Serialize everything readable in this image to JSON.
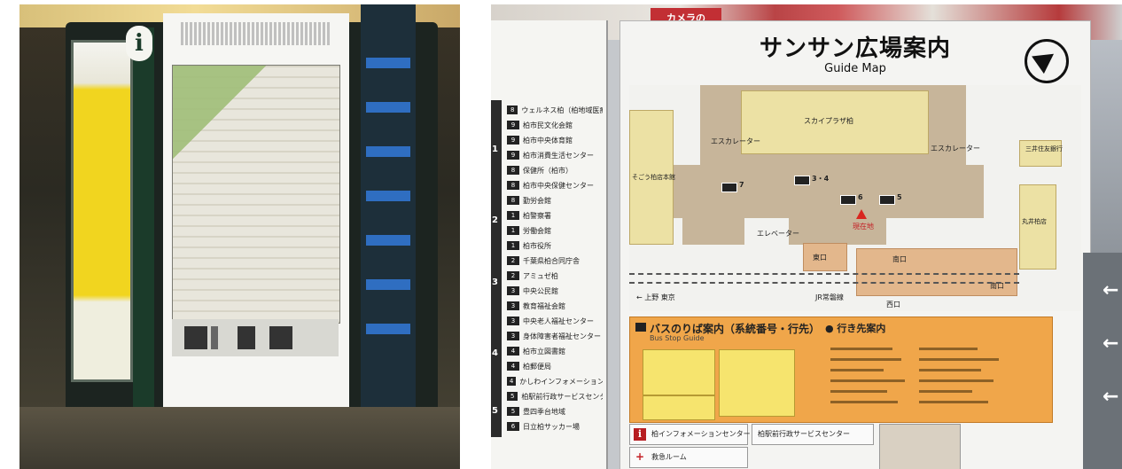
{
  "left_photo": {
    "info_symbol": "i"
  },
  "right_photo": {
    "storefront_sign": "カメラの",
    "board": {
      "title": "サンサン広場案内",
      "subtitle": "Guide Map",
      "map_labels": {
        "skyplaza": "スカイプラザ柏",
        "sogo": "そごう柏店本館",
        "mitsui_bank": "三井住友銀行",
        "marui": "丸井柏店",
        "escalator_left": "エスカレーター",
        "escalator_right": "エスカレーター",
        "elevator": "エレベーター",
        "east_exit": "東口",
        "south_exit_1": "南口",
        "south_exit_2": "南口",
        "west_exit": "西口",
        "jr_line": "JR常磐線",
        "bus_stop_34": "3・4",
        "bus_stop_7": "7",
        "bus_stop_6": "6",
        "bus_stop_5": "5",
        "ueno": "← 上野 東京",
        "you_are_here": "現在地"
      },
      "bus_guide": {
        "title": "バスのりば案内（系統番号・行先）",
        "title_en": "Bus Stop Guide",
        "destinations_title": "● 行き先案内"
      },
      "info_row": {
        "tourist_info": "柏インフォメーションセンター",
        "first_aid": "救急ルーム",
        "admin_center": "柏駅前行政サービスセンター"
      }
    },
    "side_board": {
      "zones": [
        "1",
        "2",
        "3",
        "4",
        "5"
      ],
      "entries": [
        {
          "code": "8",
          "text": "ウェルネス柏（柏地域医療）"
        },
        {
          "code": "9",
          "text": "柏市民文化会館"
        },
        {
          "code": "9",
          "text": "柏市中央体育館"
        },
        {
          "code": "9",
          "text": "柏市消費生活センター"
        },
        {
          "code": "8",
          "text": "保健所（柏市）"
        },
        {
          "code": "8",
          "text": "柏市中央保健センター"
        },
        {
          "code": "8",
          "text": "勤労会館"
        },
        {
          "code": "1",
          "text": "柏警察署"
        },
        {
          "code": "1",
          "text": "労働会館"
        },
        {
          "code": "1",
          "text": "柏市役所"
        },
        {
          "code": "2",
          "text": "千葉県柏合同庁舎"
        },
        {
          "code": "2",
          "text": "アミュゼ柏"
        },
        {
          "code": "3",
          "text": "中央公民館"
        },
        {
          "code": "3",
          "text": "教育福祉会館"
        },
        {
          "code": "3",
          "text": "中央老人福祉センター"
        },
        {
          "code": "3",
          "text": "身体障害者福祉センター"
        },
        {
          "code": "4",
          "text": "柏市立図書館"
        },
        {
          "code": "4",
          "text": "柏郵便局"
        },
        {
          "code": "4",
          "text": "かしわインフォメーションセンター"
        },
        {
          "code": "5",
          "text": "柏駅前行政サービスセンター"
        },
        {
          "code": "5",
          "text": "豊四季台地域"
        },
        {
          "code": "6",
          "text": "日立柏サッカー場"
        }
      ]
    },
    "right_arrows": [
      "←",
      "←",
      "←"
    ]
  }
}
